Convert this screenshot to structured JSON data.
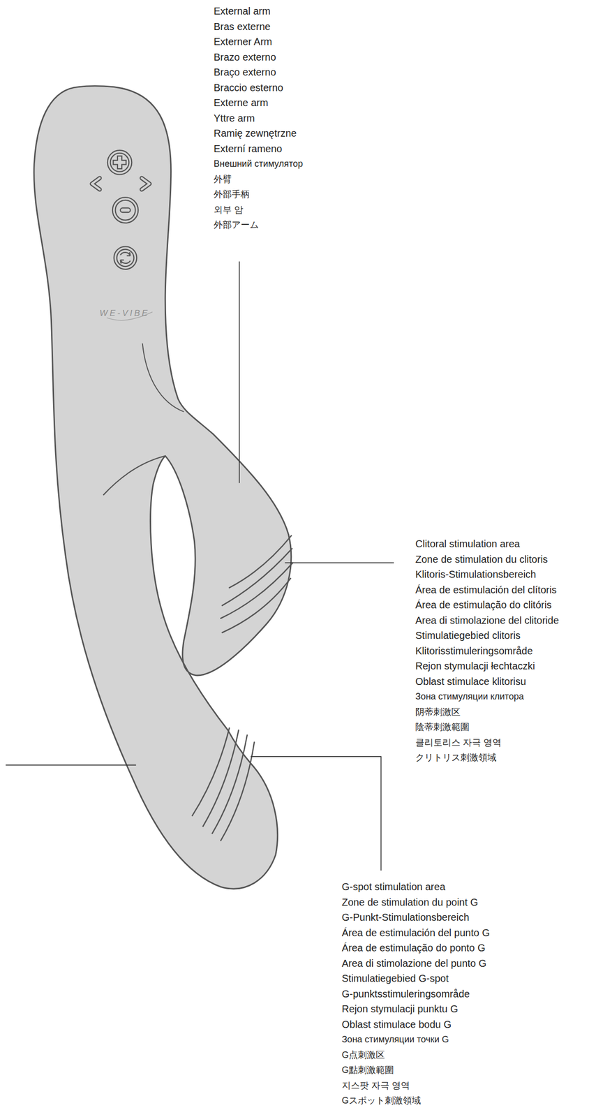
{
  "diagram": {
    "labels": [
      "External arm",
      "Bras externe",
      "Externer Arm",
      "Brazo externo",
      "Braço externo",
      "Braccio esterno",
      "Externe arm",
      "Yttre arm",
      "Ramię zewnętrzne",
      "Externí rameno",
      "Внешний стимулятор",
      "外臂",
      "外部手柄",
      "외부 암",
      "外部アーム",
      "Clitoral stimulation area",
      "Zone de stimulation du clitoris",
      "Klitoris-Stimulationsbereich",
      "Área de estimulación del clítoris",
      "Área de estimulação do clitóris",
      "Area di stimolazione del clitoride",
      "Stimulatiegebied clitoris",
      "Klitorisstimuleringsområde",
      "Rejon stymulacji łechtaczki",
      "Oblast stimulace klitorisu",
      "Зона стимуляции клитора",
      "阴蒂刺激区",
      "陰蒂刺激範圍",
      "클리토리스 자극 영역",
      "クリトリス刺激領域",
      "G-spot stimulation area",
      "Zone de stimulation du point G",
      "G-Punkt-Stimulationsbereich",
      "Área de estimulación del punto G",
      "Área de estimulação do ponto G",
      "Area di stimolazione del punto G",
      "Stimulatiegebied G-spot",
      "G-punktsstimuleringsområde",
      "Rejon stymulacji punktu G",
      "Oblast stimulace bodu G",
      "Зона стимуляции точки G",
      "G点刺激区",
      "G點刺激範圍",
      "지스팟 자극 영역",
      "Gスポット刺激領域",
      "WE-VIBE"
    ]
  }
}
